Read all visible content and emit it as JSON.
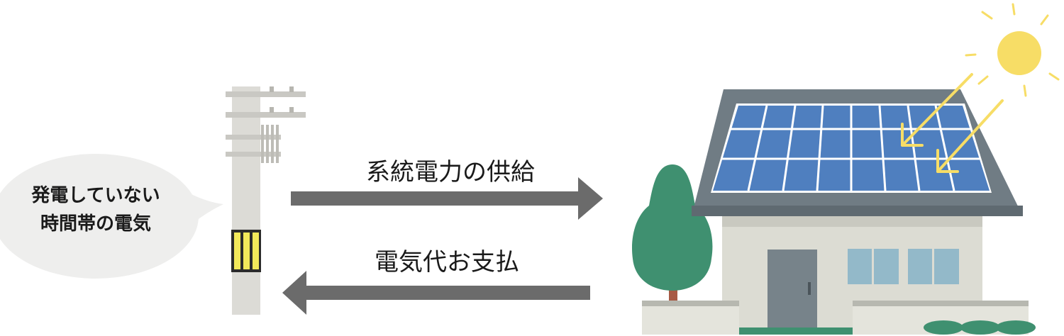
{
  "bubble": {
    "line1": "発電していない",
    "line2": "時間帯の電気"
  },
  "arrows": {
    "supply_label": "系統電力の供給",
    "payment_label": "電気代お支払"
  },
  "colors": {
    "arrow": "#6b6b6b",
    "bubble": "#eeeeed",
    "pole": "#dcdbd6",
    "roof": "#707c84",
    "solar_panel": "#4f7fbf",
    "sun": "#f7dd66",
    "tree": "#3f9070",
    "house_wall": "#dcdcd3",
    "door": "#77838a",
    "window": "#93b9c9"
  },
  "icons": {
    "bubble": "speech-bubble-icon",
    "pole": "utility-pole-icon",
    "house": "solar-house-icon",
    "sun": "sun-icon",
    "tree": "tree-icon"
  }
}
